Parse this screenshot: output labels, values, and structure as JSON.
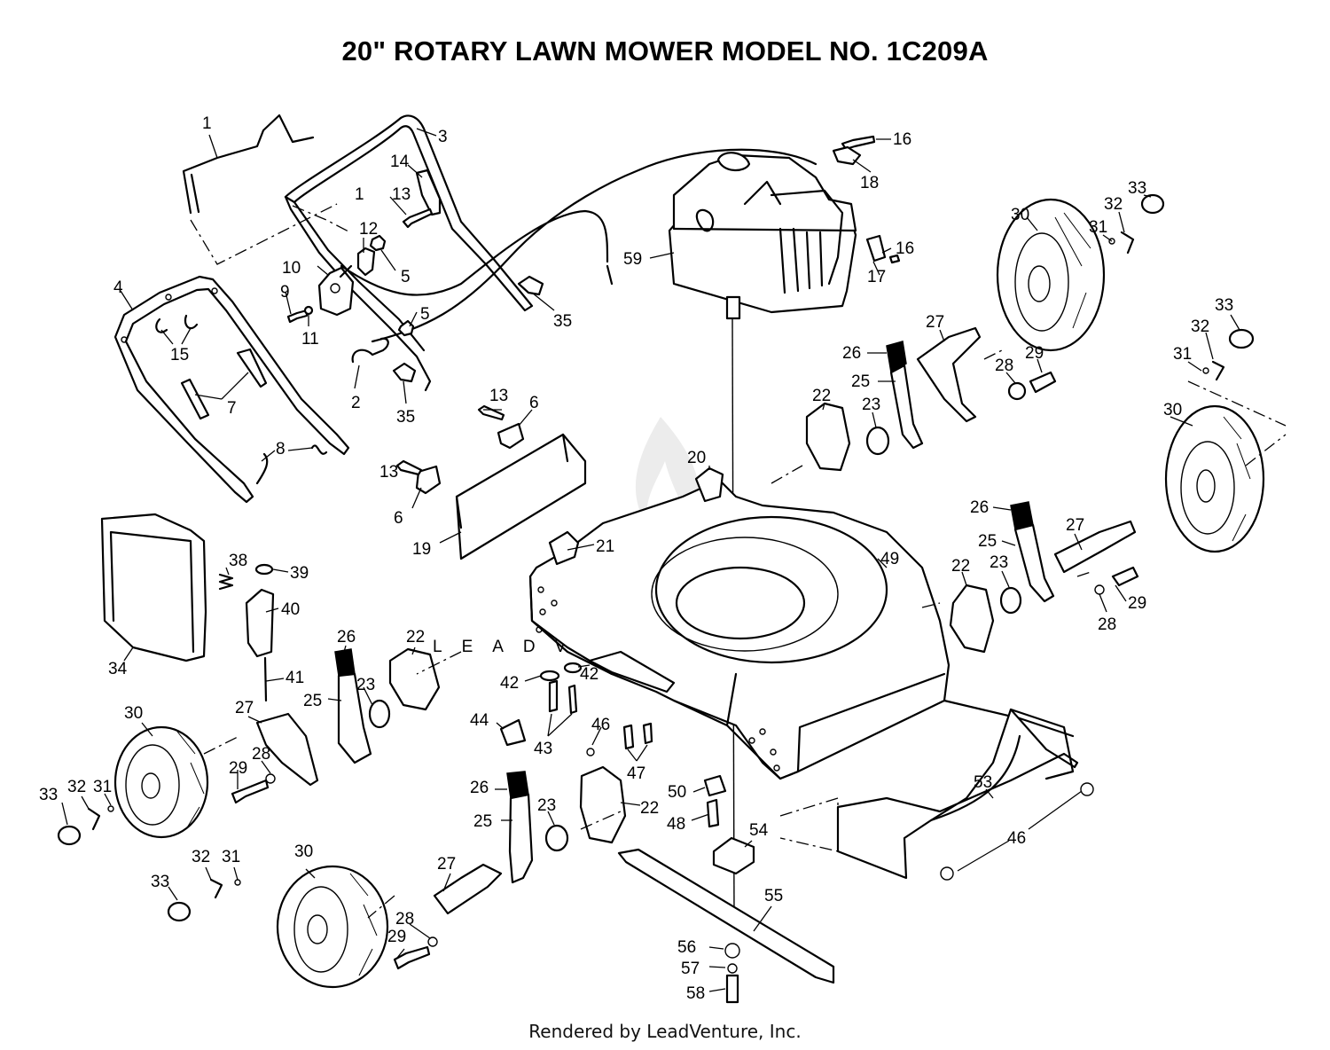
{
  "title": "20\" ROTARY LAWN MOWER MODEL NO.  1C209A",
  "footer": "Rendered by LeadVenture, Inc.",
  "watermark": "LEADVENTURE",
  "callouts": [
    {
      "id": "c1",
      "text": "1"
    },
    {
      "id": "c3",
      "text": "3"
    },
    {
      "id": "c14",
      "text": "14"
    },
    {
      "id": "c13a",
      "text": "13"
    },
    {
      "id": "c1b",
      "text": "1"
    },
    {
      "id": "c12",
      "text": "12"
    },
    {
      "id": "c5a",
      "text": "5"
    },
    {
      "id": "c10",
      "text": "10"
    },
    {
      "id": "c9",
      "text": "9"
    },
    {
      "id": "c11",
      "text": "11"
    },
    {
      "id": "c5b",
      "text": "5"
    },
    {
      "id": "c4",
      "text": "4"
    },
    {
      "id": "c15",
      "text": "15"
    },
    {
      "id": "c7",
      "text": "7"
    },
    {
      "id": "c2",
      "text": "2"
    },
    {
      "id": "c35a",
      "text": "35"
    },
    {
      "id": "c35b",
      "text": "35"
    },
    {
      "id": "c8",
      "text": "8"
    },
    {
      "id": "c16a",
      "text": "16"
    },
    {
      "id": "c18",
      "text": "18"
    },
    {
      "id": "c59",
      "text": "59"
    },
    {
      "id": "c16b",
      "text": "16"
    },
    {
      "id": "c17",
      "text": "17"
    },
    {
      "id": "c30a",
      "text": "30"
    },
    {
      "id": "c31a",
      "text": "31"
    },
    {
      "id": "c32a",
      "text": "32"
    },
    {
      "id": "c33a",
      "text": "33"
    },
    {
      "id": "c27a",
      "text": "27"
    },
    {
      "id": "c26a",
      "text": "26"
    },
    {
      "id": "c25a",
      "text": "25"
    },
    {
      "id": "c22a",
      "text": "22"
    },
    {
      "id": "c23a",
      "text": "23"
    },
    {
      "id": "c28a",
      "text": "28"
    },
    {
      "id": "c29a",
      "text": "29"
    },
    {
      "id": "c33b",
      "text": "33"
    },
    {
      "id": "c32b",
      "text": "32"
    },
    {
      "id": "c31b",
      "text": "31"
    },
    {
      "id": "c30b",
      "text": "30"
    },
    {
      "id": "c13b",
      "text": "13"
    },
    {
      "id": "c6a",
      "text": "6"
    },
    {
      "id": "c13c",
      "text": "13"
    },
    {
      "id": "c6b",
      "text": "6"
    },
    {
      "id": "c19",
      "text": "19"
    },
    {
      "id": "c20",
      "text": "20"
    },
    {
      "id": "c21",
      "text": "21"
    },
    {
      "id": "c49",
      "text": "49"
    },
    {
      "id": "c26b",
      "text": "26"
    },
    {
      "id": "c27b",
      "text": "27"
    },
    {
      "id": "c25b",
      "text": "25"
    },
    {
      "id": "c22b",
      "text": "22"
    },
    {
      "id": "c23b",
      "text": "23"
    },
    {
      "id": "c29b",
      "text": "29"
    },
    {
      "id": "c28b",
      "text": "28"
    },
    {
      "id": "c38",
      "text": "38"
    },
    {
      "id": "c39",
      "text": "39"
    },
    {
      "id": "c40",
      "text": "40"
    },
    {
      "id": "c34",
      "text": "34"
    },
    {
      "id": "c41",
      "text": "41"
    },
    {
      "id": "c26c",
      "text": "26"
    },
    {
      "id": "c22c",
      "text": "22"
    },
    {
      "id": "c25c",
      "text": "25"
    },
    {
      "id": "c23c",
      "text": "23"
    },
    {
      "id": "c42a",
      "text": "42"
    },
    {
      "id": "c42b",
      "text": "42"
    },
    {
      "id": "c44",
      "text": "44"
    },
    {
      "id": "c46a",
      "text": "46"
    },
    {
      "id": "c43",
      "text": "43"
    },
    {
      "id": "c47",
      "text": "47"
    },
    {
      "id": "c30c",
      "text": "30"
    },
    {
      "id": "c27c",
      "text": "27"
    },
    {
      "id": "c28c",
      "text": "28"
    },
    {
      "id": "c29c",
      "text": "29"
    },
    {
      "id": "c33c",
      "text": "33"
    },
    {
      "id": "c32c",
      "text": "32"
    },
    {
      "id": "c31c",
      "text": "31"
    },
    {
      "id": "c26d",
      "text": "26"
    },
    {
      "id": "c23d",
      "text": "23"
    },
    {
      "id": "c25d",
      "text": "25"
    },
    {
      "id": "c22d",
      "text": "22"
    },
    {
      "id": "c50",
      "text": "50"
    },
    {
      "id": "c48",
      "text": "48"
    },
    {
      "id": "c53",
      "text": "53"
    },
    {
      "id": "c46b",
      "text": "46"
    },
    {
      "id": "c54",
      "text": "54"
    },
    {
      "id": "c33d",
      "text": "33"
    },
    {
      "id": "c32d",
      "text": "32"
    },
    {
      "id": "c31d",
      "text": "31"
    },
    {
      "id": "c30d",
      "text": "30"
    },
    {
      "id": "c27d",
      "text": "27"
    },
    {
      "id": "c28d",
      "text": "28"
    },
    {
      "id": "c29d",
      "text": "29"
    },
    {
      "id": "c55",
      "text": "55"
    },
    {
      "id": "c56",
      "text": "56"
    },
    {
      "id": "c57",
      "text": "57"
    },
    {
      "id": "c58",
      "text": "58"
    }
  ]
}
